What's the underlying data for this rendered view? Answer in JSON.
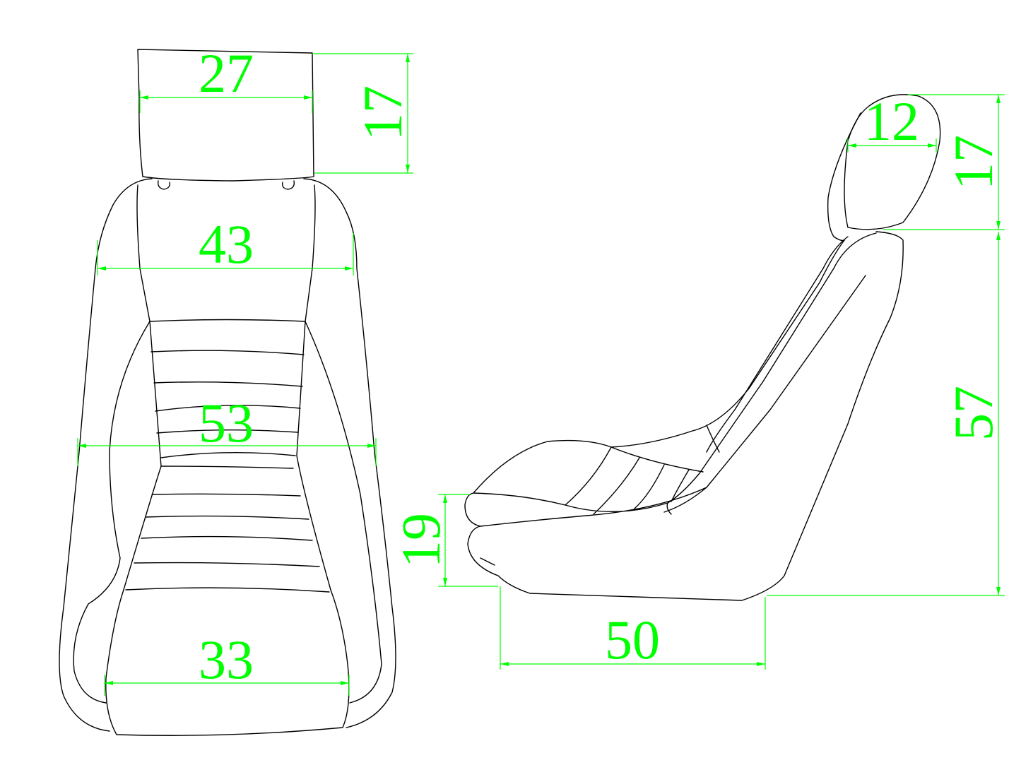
{
  "title": "Seat dimensions drawing",
  "colors": {
    "outline": "#000000",
    "dimension": "#00ff00"
  },
  "front_view": {
    "headrest_width": "27",
    "headrest_height": "17",
    "shoulder_width": "43",
    "overall_width": "53",
    "seat_width": "33"
  },
  "side_view": {
    "headrest_depth": "12",
    "headrest_height": "17",
    "backrest_height": "57",
    "seat_height": "19",
    "seat_depth": "50"
  }
}
